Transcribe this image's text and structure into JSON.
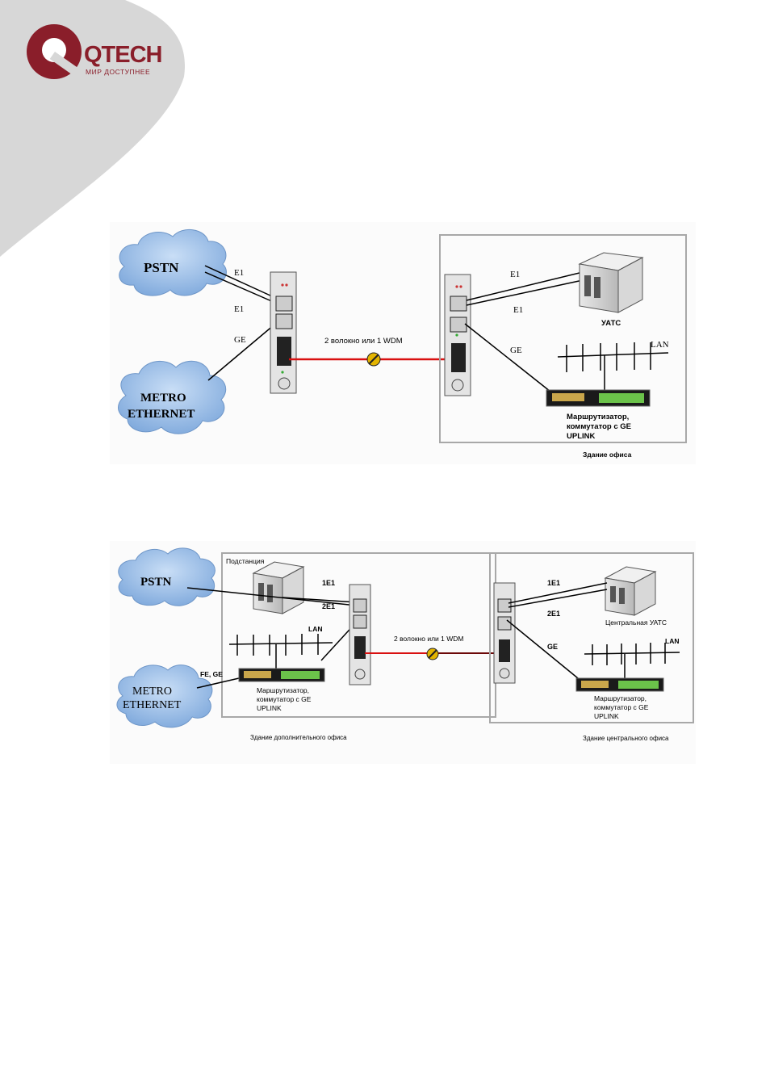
{
  "brand": {
    "name": "QTECH",
    "tagline": "МИР ДОСТУПНЕЕ",
    "color": "#8a1e2a",
    "corner_color": "#d7d7d7"
  },
  "diagram1": {
    "pstn": "PSTN",
    "metro_line1": "METRO",
    "metro_line2": "ETHERNET",
    "e1_top": "E1",
    "e1_bottom": "E1",
    "ge_left": "GE",
    "link_label": "2 волокно или 1 WDM",
    "e1_right_top": "E1",
    "e1_right_bottom": "E1",
    "ge_right": "GE",
    "pbx_label": "УАТС",
    "lan_label": "LAN",
    "router_line1": "Маршрутизатор,",
    "router_line2": "коммутатор с GE",
    "router_line3": "UPLINK",
    "building_label": "Здание офиса"
  },
  "diagram2": {
    "pstn": "PSTN",
    "metro_line1": "METRO",
    "metro_line2": "ETHERNET",
    "substation_label": "Подстанция",
    "e1_left_top": "1E1",
    "e1_left_bottom": "2E1",
    "lan_left": "LAN",
    "fe_ge": "FE, GE",
    "router_left_line1": "Маршрутизатор,",
    "router_left_line2": "коммутатор с GE",
    "router_left_line3": "UPLINK",
    "link_label": "2 волокно или 1 WDM",
    "e1_right_top": "1E1",
    "e1_right_bottom": "2E1",
    "pbx_label": "Центральная  УАТС",
    "ge_right": "GE",
    "lan_right": "LAN",
    "router_right_line1": "Маршрутизатор,",
    "router_right_line2": "коммутатор с GE",
    "router_right_line3": "UPLINK",
    "building_left": "Здание дополнительного офиса",
    "building_right": "Здание центрального офиса"
  },
  "colors": {
    "cloud_fill": "#8fb8e8",
    "fiber": "#d91010",
    "frame": "#a8a8a8"
  },
  "icons": {
    "cloud": "cloud-icon",
    "converter": "media-converter-icon",
    "pbx": "pbx-server-icon",
    "router": "router-switch-icon",
    "fiber_joint": "fiber-splice-icon"
  }
}
